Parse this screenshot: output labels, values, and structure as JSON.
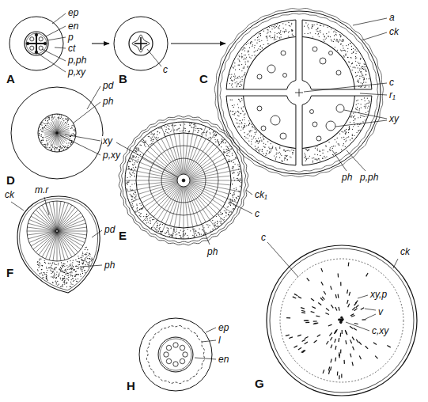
{
  "diagram": {
    "labels": [
      "A",
      "ep",
      "en",
      "p",
      "ct",
      "p,ph",
      "p,xy",
      "B",
      "c",
      "C",
      "a",
      "ck",
      "c",
      "r₁",
      "xy",
      "ph",
      "p,ph",
      "D",
      "pd",
      "ph",
      "xy",
      "p,xy",
      "E",
      "ck₁",
      "c",
      "ph",
      "F",
      "ck",
      "m.r",
      "pd",
      "ph",
      "H",
      "ep",
      "l",
      "en",
      "G",
      "ck",
      "c",
      "xy,p",
      "v",
      "c,xy"
    ]
  }
}
